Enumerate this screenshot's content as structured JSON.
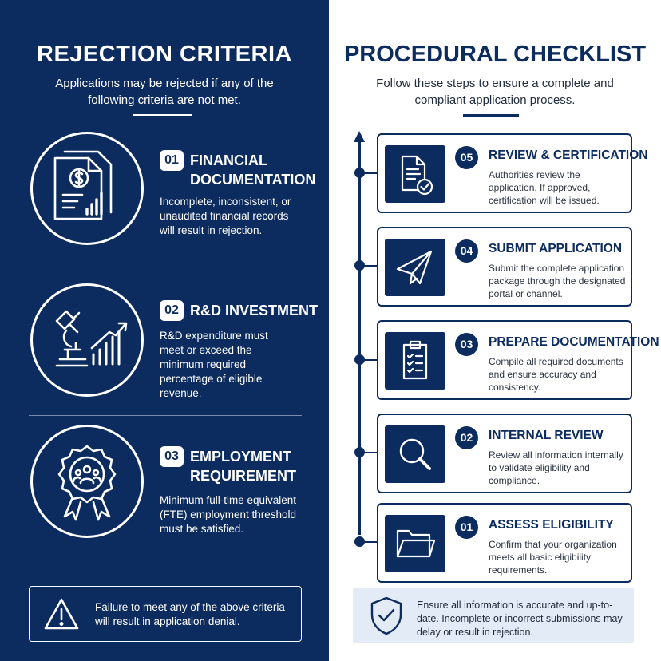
{
  "left": {
    "title": "REJECTION CRITERIA",
    "subtitle": "Applications may be rejected if any of the following criteria are not met.",
    "criteria": [
      {
        "number": "01",
        "title_line1": "FINANCIAL",
        "title_line2": "DOCUMENTATION",
        "description": "Incomplete, inconsistent, or unaudited financial records will result in rejection.",
        "icon": "financial-document-icon"
      },
      {
        "number": "02",
        "title_line1": "R&D INVESTMENT",
        "title_line2": "",
        "description": "R&D expenditure must meet or exceed the minimum required percentage of eligible revenue.",
        "icon": "microscope-chart-icon"
      },
      {
        "number": "03",
        "title_line1": "EMPLOYMENT",
        "title_line2": "REQUIREMENT",
        "description": "Minimum full-time equivalent (FTE) employment threshold must be satisfied.",
        "icon": "award-people-icon"
      }
    ],
    "warning": {
      "text": "Failure to meet any of the above criteria will result in application denial.",
      "icon": "warning-icon"
    }
  },
  "right": {
    "title": "PROCEDURAL CHECKLIST",
    "subtitle": "Follow these steps to ensure a complete and compliant application process.",
    "steps": [
      {
        "number": "05",
        "title": "REVIEW & CERTIFICATION",
        "description": "Authorities review the application. If approved, certification will be issued.",
        "icon": "certified-document-icon"
      },
      {
        "number": "04",
        "title": "SUBMIT APPLICATION",
        "description": "Submit the complete application package through the designated portal or channel.",
        "icon": "paper-plane-icon"
      },
      {
        "number": "03",
        "title": "PREPARE DOCUMENTATION",
        "description": "Compile all required documents and ensure accuracy and consistency.",
        "icon": "clipboard-checklist-icon"
      },
      {
        "number": "02",
        "title": "INTERNAL REVIEW",
        "description": "Review all information internally to validate eligibility and compliance.",
        "icon": "magnifier-icon"
      },
      {
        "number": "01",
        "title": "ASSESS ELIGIBILITY",
        "description": "Confirm that your organization meets all basic eligibility requirements.",
        "icon": "folder-icon"
      }
    ],
    "note": {
      "text": "Ensure all information is accurate and up-to-date. Incomplete or incorrect submissions may delay or result in rejection.",
      "icon": "shield-check-icon"
    }
  },
  "colors": {
    "navy": "#0c2b5e",
    "white": "#ffffff",
    "note_bg": "#e3ebf6"
  }
}
